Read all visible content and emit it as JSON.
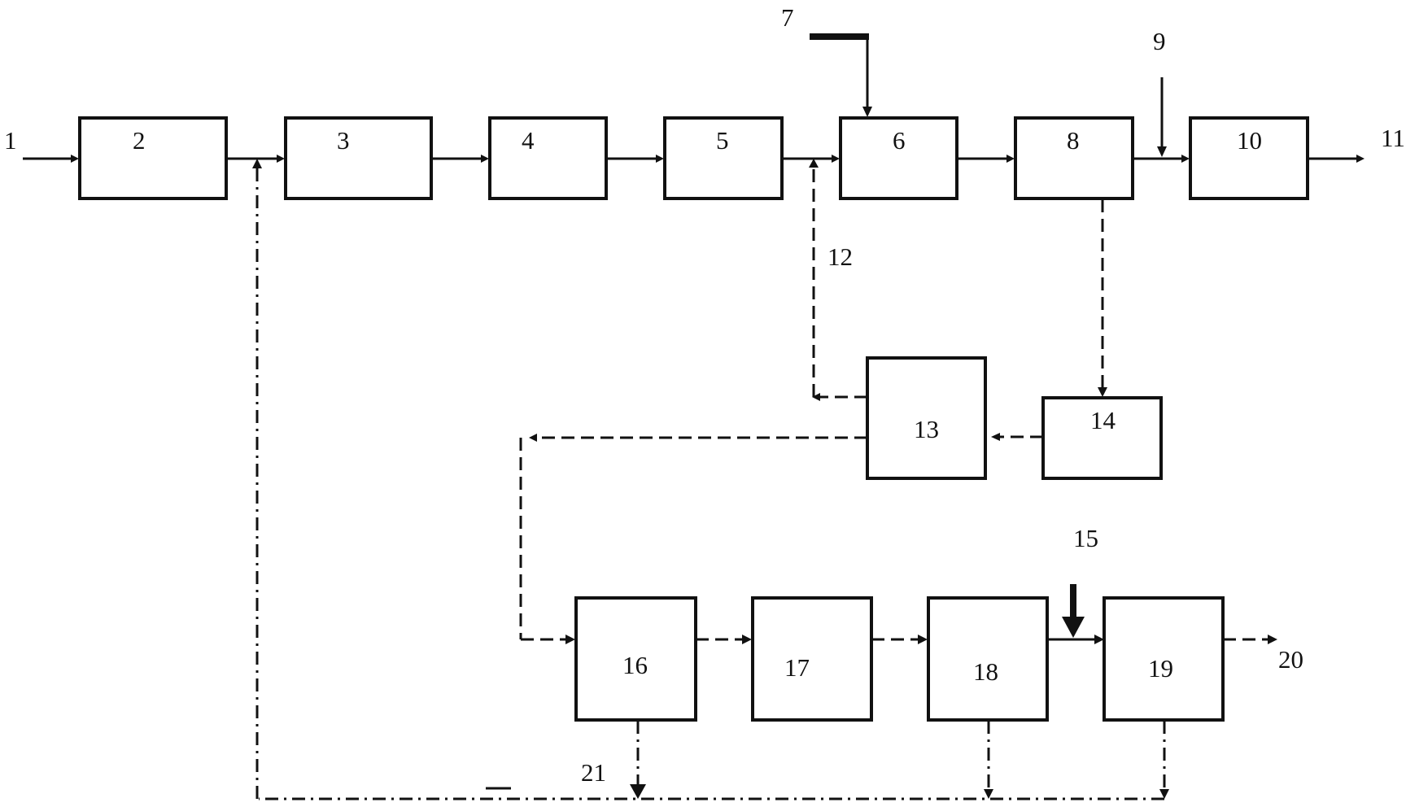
{
  "boxes": {
    "b2": "2",
    "b3": "3",
    "b4": "4",
    "b5": "5",
    "b6": "6",
    "b8": "8",
    "b10": "10",
    "b13": "13",
    "b14": "14",
    "b16": "16",
    "b17": "17",
    "b18": "18",
    "b19": "19"
  },
  "labels": {
    "l1": "1",
    "l7": "7",
    "l9": "9",
    "l11": "11",
    "l12": "12",
    "l15": "15",
    "l20": "20",
    "l21": "21"
  }
}
